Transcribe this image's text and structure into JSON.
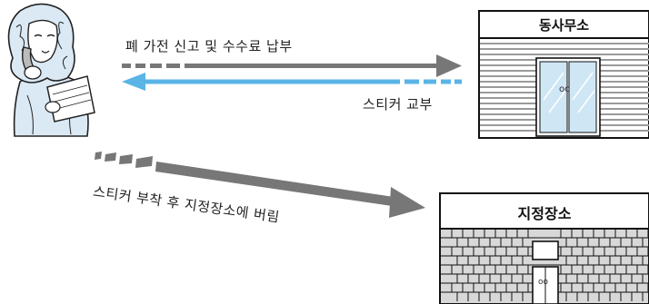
{
  "labels": {
    "report_arrow": "폐 가전 신고 및 수수료 납부",
    "sticker_arrow": "스티커 교부",
    "dispose_arrow": "스티커 부착 후 지정장소에 버림"
  },
  "buildings": {
    "community_center": {
      "sign": "동사무소",
      "door_text": "oo"
    },
    "designated_place": {
      "sign": "지정장소",
      "door_text": "oo"
    }
  },
  "colors": {
    "arrow_gray": "#777777",
    "arrow_blue": "#5ab4e6",
    "building_line": "#111111",
    "building_stripe": "#9a9a9a",
    "brick_fill": "#d8d8d8",
    "glass": "#cfe6f5",
    "figure_fill": "#dbe9f4"
  }
}
